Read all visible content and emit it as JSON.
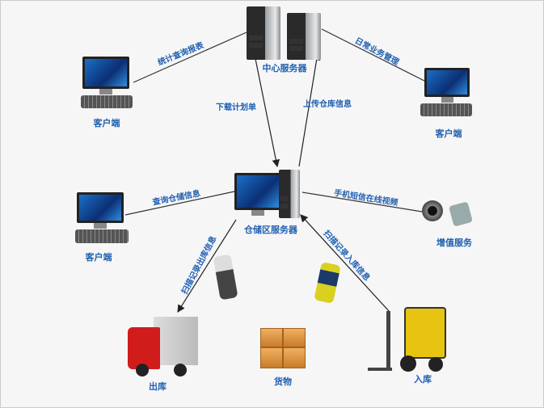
{
  "nodes": {
    "central_server": "中心服务器",
    "client_left_top": "客户端",
    "client_right": "客户端",
    "warehouse_server": "仓储区服务器",
    "client_left_mid": "客户端",
    "value_added": "增值服务",
    "outbound": "出库",
    "goods": "货物",
    "inbound": "入库"
  },
  "edges": {
    "stats_report": "统计查询报表",
    "daily_business": "日常业务管理",
    "download_plan": "下载计划单",
    "upload_warehouse": "上传仓库信息",
    "query_storage": "查询仓储信息",
    "sms_video": "手机短信在线视频",
    "scan_outbound": "扫描记录出库信息",
    "scan_inbound": "扫描记录入库信息"
  },
  "colors": {
    "label": "#1f5fb0",
    "line": "#333333"
  }
}
